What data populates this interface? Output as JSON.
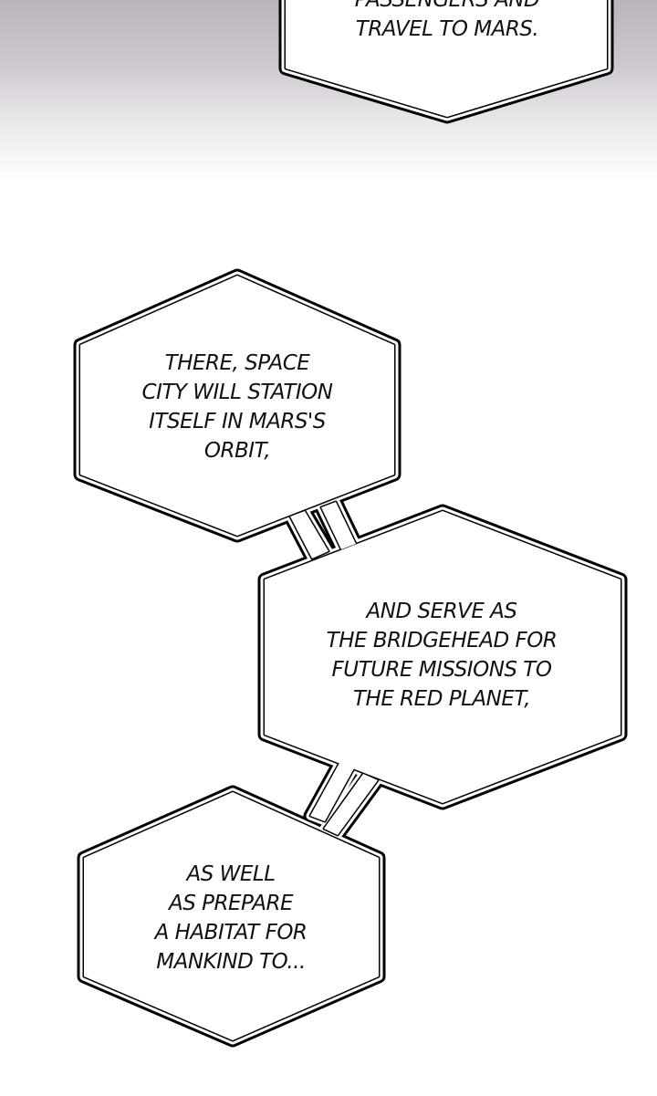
{
  "bubbles": [
    {
      "lines": [
        "PASSENGERS AND",
        "TRAVEL TO MARS."
      ]
    },
    {
      "lines": [
        "THERE, SPACE",
        "CITY WILL STATION",
        "ITSELF IN MARS'S",
        "ORBIT,"
      ]
    },
    {
      "lines": [
        "AND SERVE AS",
        "THE BRIDGEHEAD FOR",
        "FUTURE MISSIONS TO",
        "THE RED PLANET,"
      ]
    },
    {
      "lines": [
        "AS WELL",
        "AS PREPARE",
        "A HABITAT FOR",
        "MANKIND TO..."
      ]
    }
  ]
}
